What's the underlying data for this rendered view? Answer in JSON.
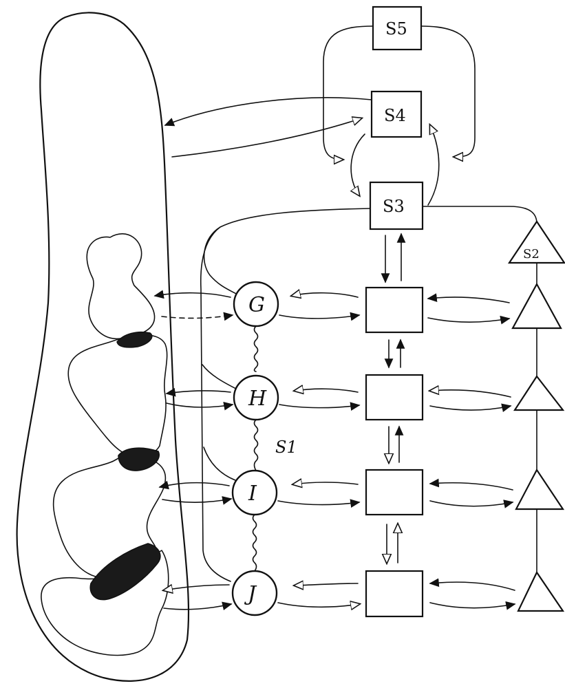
{
  "diagram": {
    "system_boxes": {
      "s5": "S5",
      "s4": "S4",
      "s3": "S3"
    },
    "triangle_label": "S2",
    "channel_label": "S1",
    "units": [
      {
        "id": "g",
        "label": "G"
      },
      {
        "id": "h",
        "label": "H"
      },
      {
        "id": "i",
        "label": "I"
      },
      {
        "id": "j",
        "label": "J"
      }
    ]
  }
}
